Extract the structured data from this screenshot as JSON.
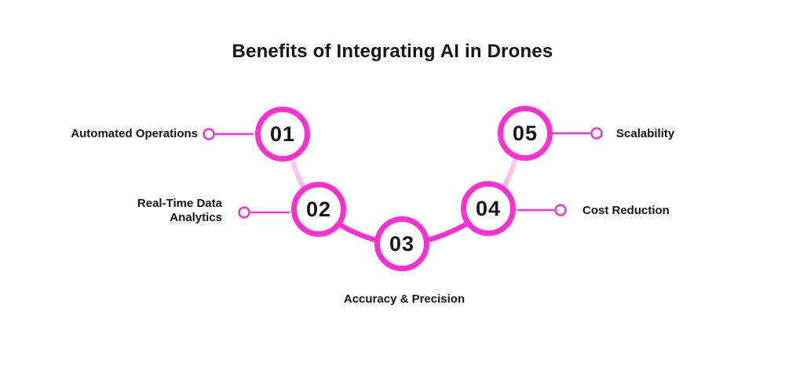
{
  "title": "Benefits of Integrating AI in Drones",
  "colors": {
    "accent": "#FA30D2",
    "pale_connector_start": "#FBDFF5",
    "pale_connector_end": "#F5A9E7",
    "text": "#141414",
    "background": "#FFFFFF"
  },
  "items": [
    {
      "number": "01",
      "label": "Automated Operations",
      "side": "left"
    },
    {
      "number": "02",
      "label": "Real-Time Data Analytics",
      "side": "left"
    },
    {
      "number": "03",
      "label": "Accuracy & Precision",
      "side": "bottom"
    },
    {
      "number": "04",
      "label": "Cost Reduction",
      "side": "right"
    },
    {
      "number": "05",
      "label": "Scalability",
      "side": "right"
    }
  ]
}
